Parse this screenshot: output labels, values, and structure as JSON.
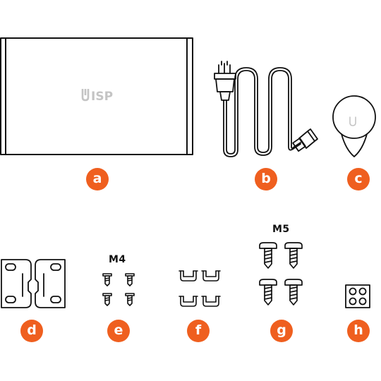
{
  "colors": {
    "badge": "#ef5f1f",
    "line": "#111111",
    "logo": "#c8c8c8"
  },
  "device": {
    "logo_text": "ISP",
    "logo_icon": "ubiquiti-u-icon"
  },
  "items": [
    {
      "id": "a",
      "label": "a",
      "name": "isp-device"
    },
    {
      "id": "b",
      "label": "b",
      "name": "power-cord"
    },
    {
      "id": "c",
      "label": "c",
      "name": "dome-cover"
    },
    {
      "id": "d",
      "label": "d",
      "name": "mounting-brackets"
    },
    {
      "id": "e",
      "label": "e",
      "name": "m4-screws"
    },
    {
      "id": "f",
      "label": "f",
      "name": "clips"
    },
    {
      "id": "g",
      "label": "g",
      "name": "m5-screws"
    },
    {
      "id": "h",
      "label": "h",
      "name": "rubber-feet"
    }
  ],
  "labels": {
    "m4": "M4",
    "m5": "M5"
  }
}
